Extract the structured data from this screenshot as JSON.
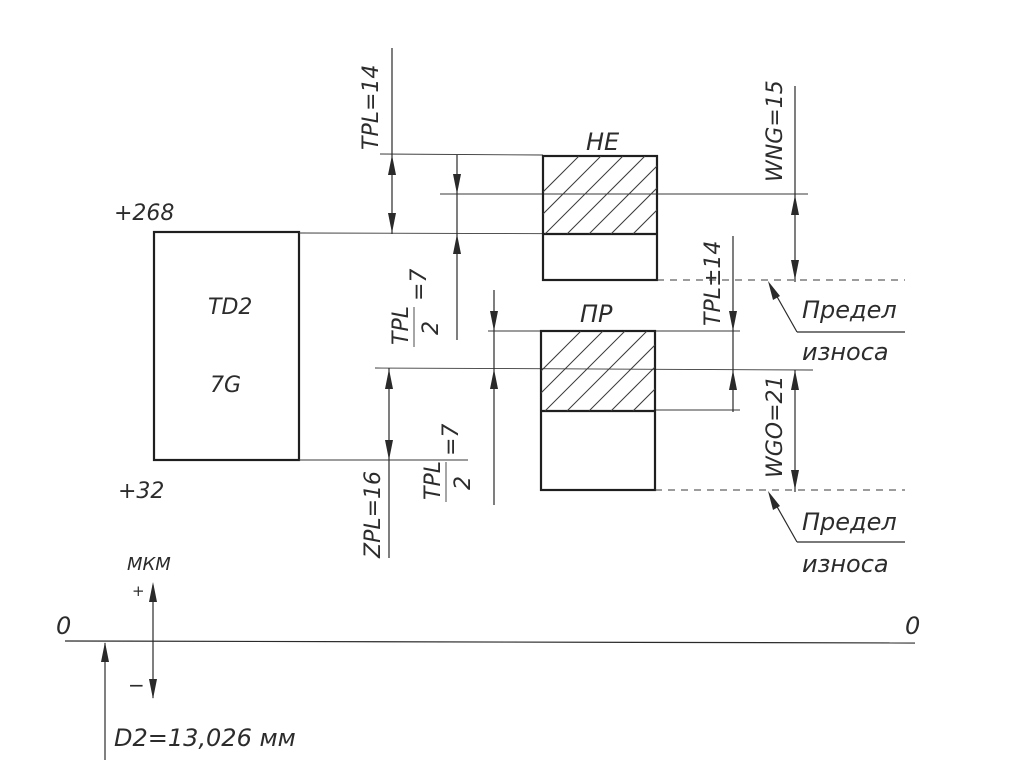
{
  "units": "МКМ",
  "plus_sign": "+",
  "minus_sign": "−",
  "zero_left": "0",
  "zero_right": "0",
  "nominal": "D2=13,026 мм",
  "hole": {
    "upper_dev": "+268",
    "lower_dev": "+32",
    "label_1": "TD2",
    "label_2": "7G"
  },
  "gauges": {
    "ne_label": "НЕ",
    "pr_label": "ПР"
  },
  "dimensions": {
    "tpl_top": "TPL=14",
    "tpl_half_ne_num": "TPL",
    "tpl_half_ne_den": "2",
    "tpl_half_ne_val": "=7",
    "wng": "WNG=15",
    "tpl_pm": "TPL±14",
    "zpl": "ZPL=16",
    "tpl_half_pr_num": "TPL",
    "tpl_half_pr_den": "2",
    "tpl_half_pr_val": "=7",
    "wgo": "WGO=21"
  },
  "wear_limit": {
    "line1": "Предел",
    "line2": "износа"
  }
}
